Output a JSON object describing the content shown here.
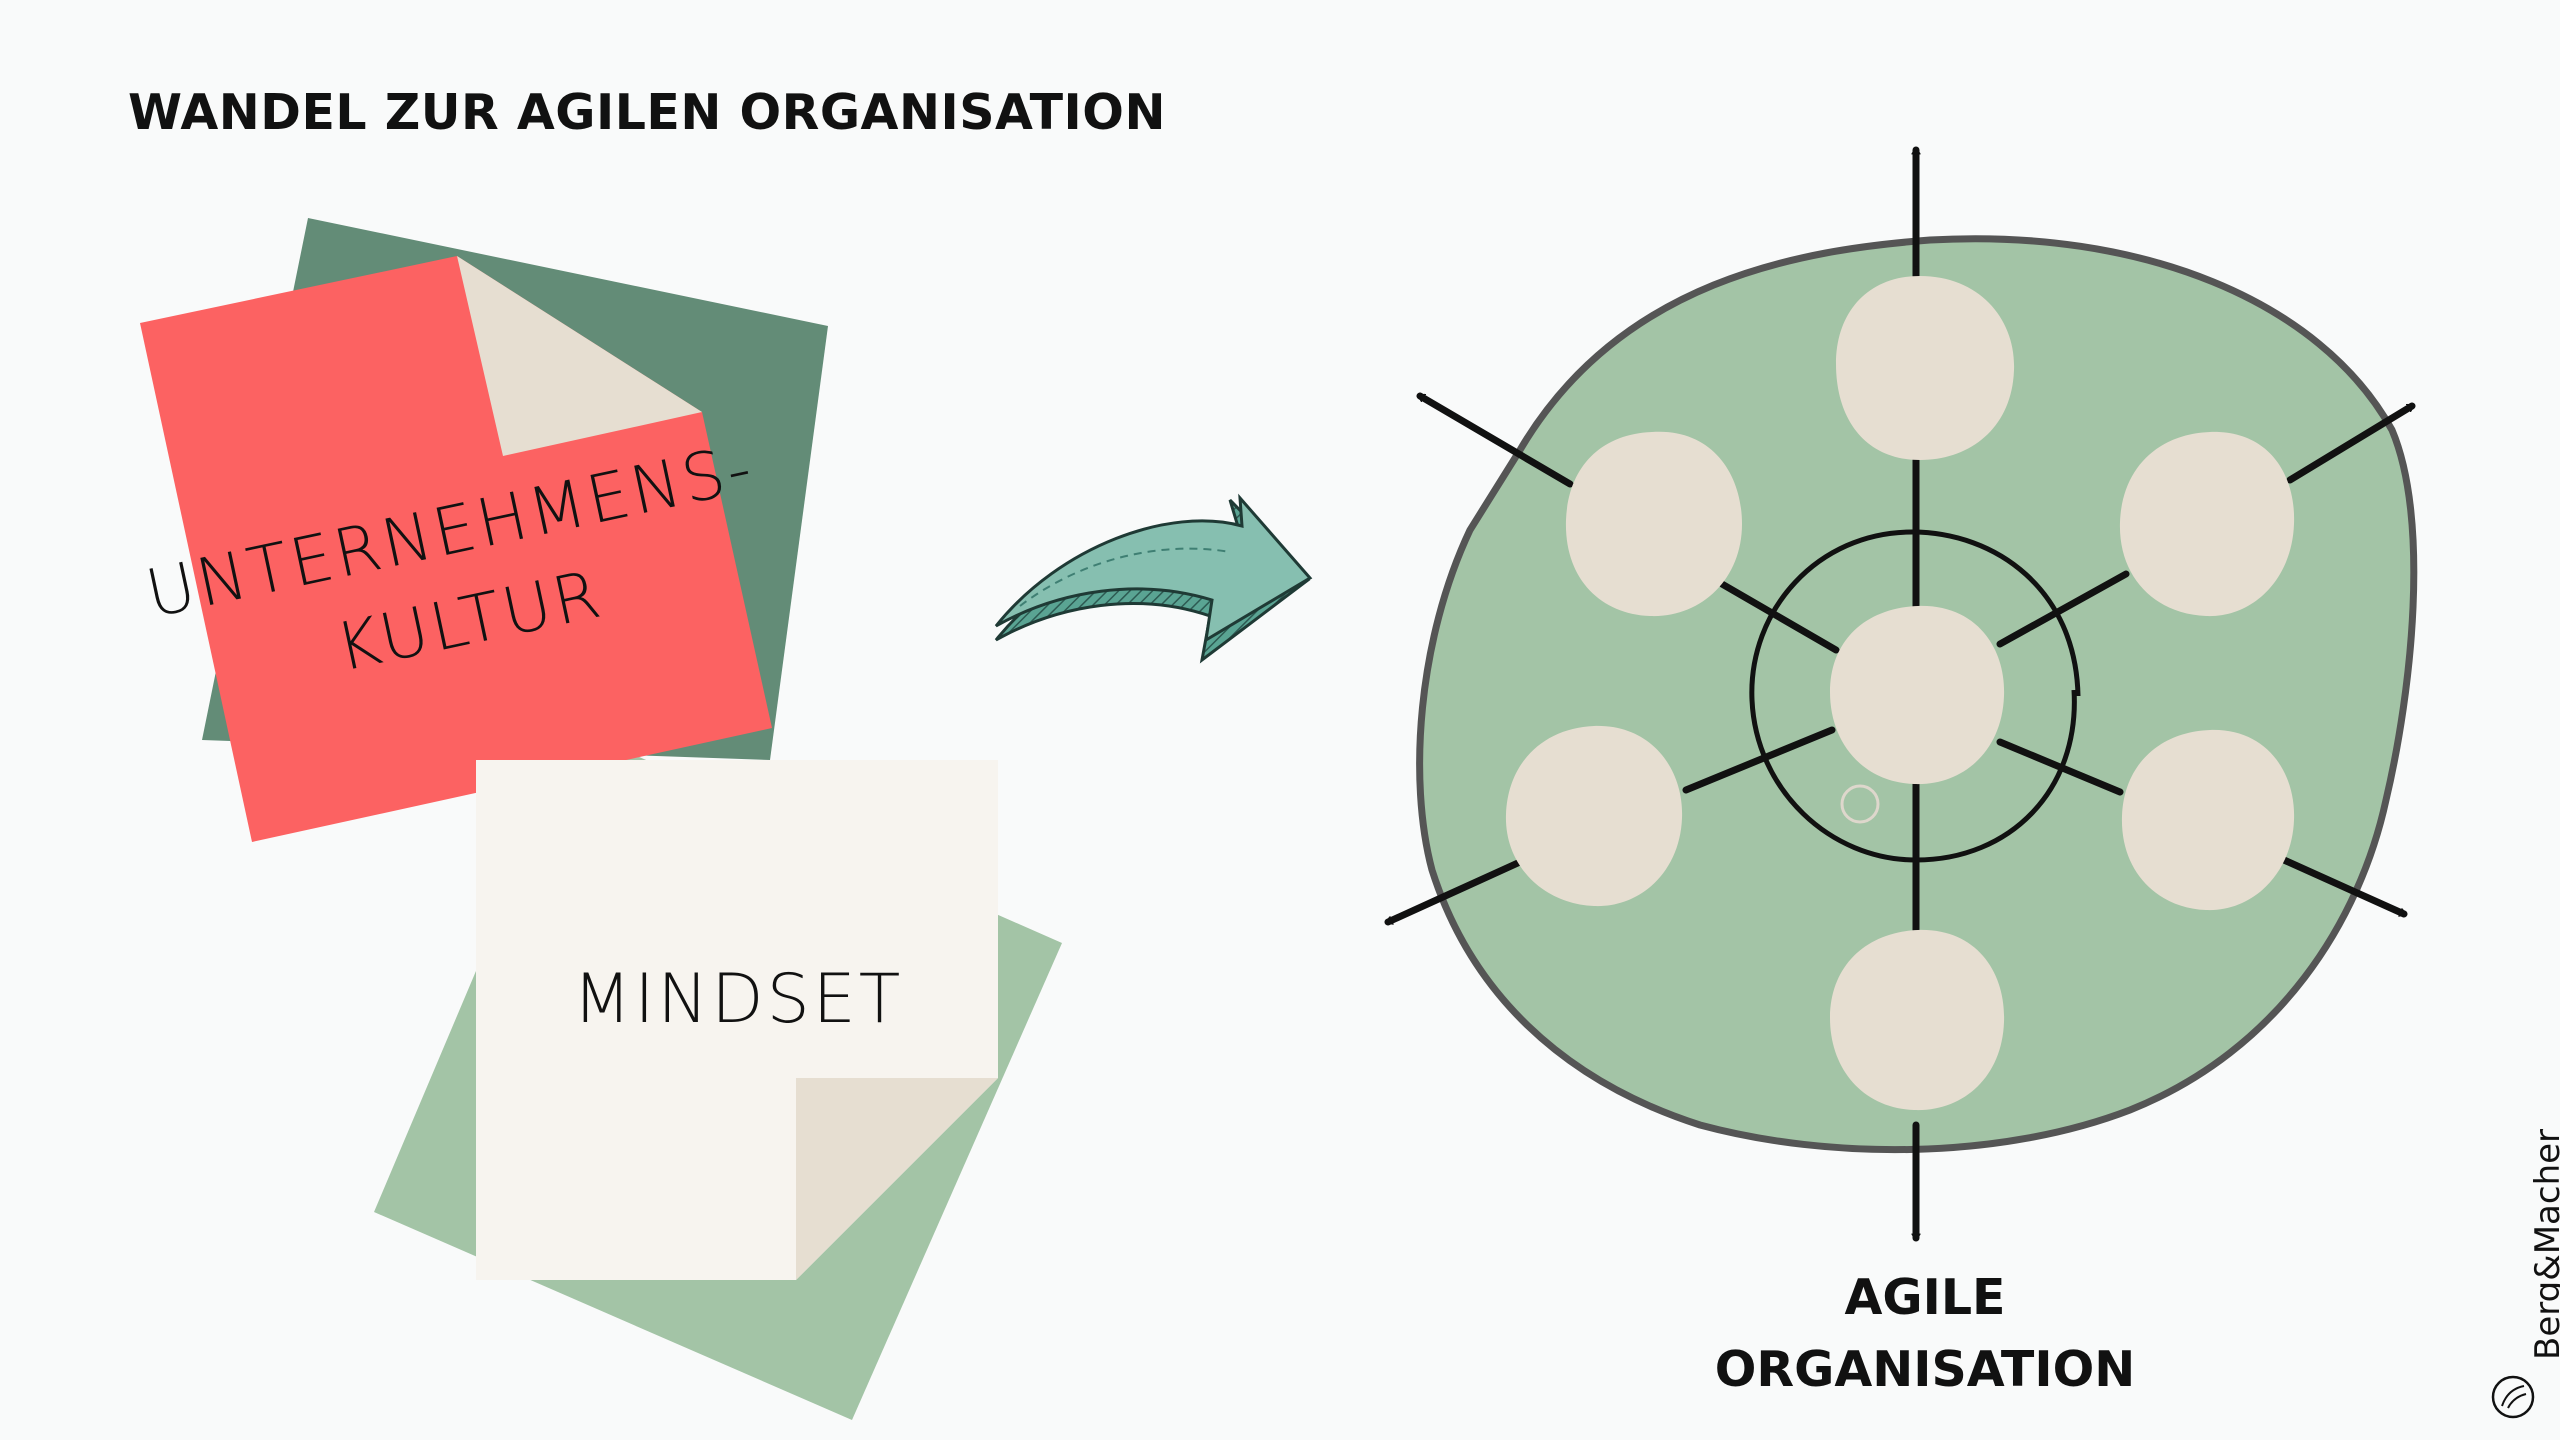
{
  "title": "WANDEL ZUR AGILEN ORGANISATION",
  "notes": {
    "culture_line1": "UNTERNEHMENS-",
    "culture_line2": "KULTUR",
    "mindset": "MINDSET"
  },
  "caption": {
    "line1": "AGILE",
    "line2": "ORGANISATION"
  },
  "brand": "Berg&Macher",
  "colors": {
    "background": "#f9fafa",
    "dark_green": "#638c77",
    "light_green": "#a3c4a6",
    "red": "#fc6262",
    "paper": "#f7f4ef",
    "fold": "#e6ded1",
    "teal_arrow": "#86bfb0",
    "blob_stroke": "#555555",
    "node": "#e6ded1"
  }
}
